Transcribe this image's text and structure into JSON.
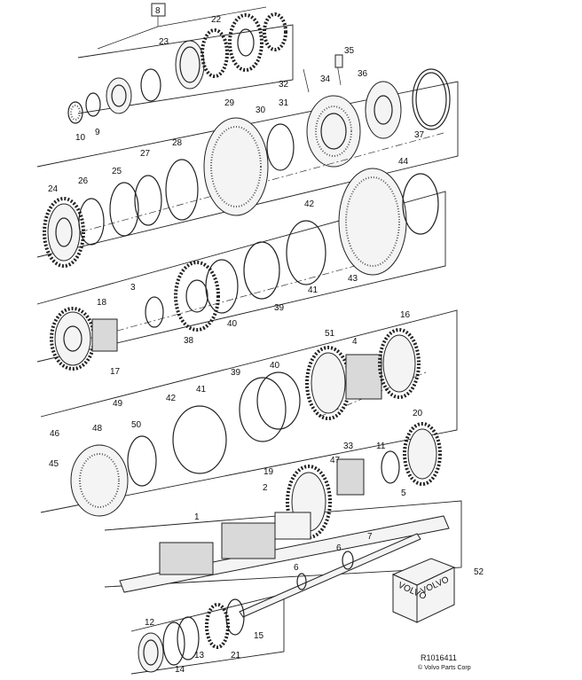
{
  "reference_box": "8",
  "callouts": [
    {
      "n": "22"
    },
    {
      "n": "23"
    },
    {
      "n": "10"
    },
    {
      "n": "9"
    },
    {
      "n": "35"
    },
    {
      "n": "32"
    },
    {
      "n": "34"
    },
    {
      "n": "36"
    },
    {
      "n": "29"
    },
    {
      "n": "30"
    },
    {
      "n": "31"
    },
    {
      "n": "37"
    },
    {
      "n": "28"
    },
    {
      "n": "27"
    },
    {
      "n": "25"
    },
    {
      "n": "26"
    },
    {
      "n": "24"
    },
    {
      "n": "44"
    },
    {
      "n": "42"
    },
    {
      "n": "3"
    },
    {
      "n": "41"
    },
    {
      "n": "43"
    },
    {
      "n": "18"
    },
    {
      "n": "39"
    },
    {
      "n": "40"
    },
    {
      "n": "38"
    },
    {
      "n": "17"
    },
    {
      "n": "16"
    },
    {
      "n": "51"
    },
    {
      "n": "4"
    },
    {
      "n": "39"
    },
    {
      "n": "40"
    },
    {
      "n": "42"
    },
    {
      "n": "41"
    },
    {
      "n": "49"
    },
    {
      "n": "46"
    },
    {
      "n": "48"
    },
    {
      "n": "50"
    },
    {
      "n": "20"
    },
    {
      "n": "45"
    },
    {
      "n": "33"
    },
    {
      "n": "11"
    },
    {
      "n": "19"
    },
    {
      "n": "47"
    },
    {
      "n": "2"
    },
    {
      "n": "5"
    },
    {
      "n": "1"
    },
    {
      "n": "7"
    },
    {
      "n": "52"
    },
    {
      "n": "6"
    },
    {
      "n": "6"
    },
    {
      "n": "12"
    },
    {
      "n": "15"
    },
    {
      "n": "14"
    },
    {
      "n": "13"
    },
    {
      "n": "21"
    }
  ],
  "box_text": "VOLVO",
  "image_ref": "R1016411",
  "copyright": "© Volvo Parts Corp"
}
